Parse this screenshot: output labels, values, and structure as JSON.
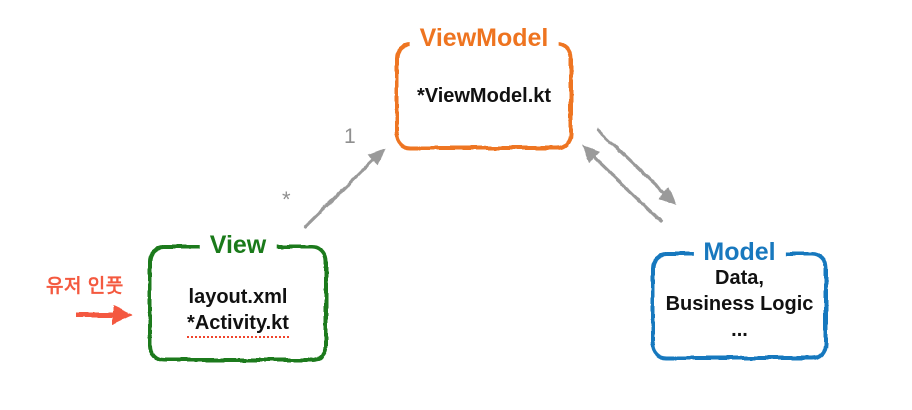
{
  "boxes": {
    "viewmodel": {
      "title": "ViewModel",
      "lines": [
        "*ViewModel.kt"
      ]
    },
    "view": {
      "title": "View",
      "lines": [
        "layout.xml",
        "*Activity.kt"
      ]
    },
    "model": {
      "title": "Model",
      "lines": [
        "Data,",
        "Business Logic",
        "..."
      ]
    }
  },
  "arrows": {
    "view_to_viewmodel": {
      "target_multiplicity": "1",
      "source_multiplicity": "*"
    },
    "viewmodel_model": {
      "bidirectional": true
    }
  },
  "annotations": {
    "user_input_label": "유저 인풋"
  },
  "colors": {
    "viewmodel": "#EE7420",
    "view": "#1A7A1A",
    "model": "#1878BE",
    "arrow-gray": "#9A9A9A",
    "label-gray": "#8F8F8F",
    "user-input-red": "#F4593F",
    "misspell-red": "#F0442C",
    "text-black": "#111111",
    "background": "#FFFFFF"
  }
}
